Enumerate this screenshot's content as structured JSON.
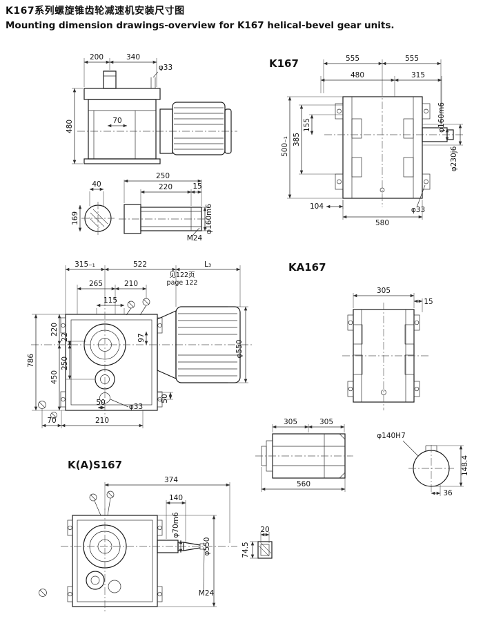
{
  "page": {
    "title_zh": "K167系列螺旋锥齿轮减速机安装尺寸图",
    "title_en": "Mounting dimension drawings-overview for K167 helical-bevel gear units."
  },
  "labels": {
    "k167": "K167",
    "ka167": "KA167",
    "kas167": "K(A)S167"
  },
  "side_view": {
    "d200": "200",
    "d340": "340",
    "d33": "φ33",
    "d480": "480",
    "d70": "70"
  },
  "shaft_detail": {
    "d40": "40",
    "d250": "250",
    "d220": "220",
    "d15": "15",
    "d169": "169",
    "d160": "φ160m6",
    "m24": "M24"
  },
  "front_view": {
    "d555a": "555",
    "d555b": "555",
    "d480": "480",
    "d315": "315",
    "d155": "155",
    "d385": "385",
    "d500": "500₋₁",
    "d160": "φ160m6",
    "d230": "φ230j6",
    "d104": "104",
    "d33": "φ33",
    "d580": "580"
  },
  "top_view": {
    "d315": "315₋₁",
    "d522": "522",
    "dL3": "L₃",
    "note1": "见122页",
    "note2": "page 122",
    "d265": "265",
    "d210a": "210",
    "d115": "115",
    "d786": "786",
    "d220": "220",
    "d22": "22",
    "d450": "450",
    "d250": "250",
    "d97": "97",
    "d50a": "50",
    "d33": "φ33",
    "d50b": "50",
    "d70": "70",
    "d210b": "210",
    "d550": "φ550"
  },
  "ka_front": {
    "d305": "305",
    "d15": "15"
  },
  "ka_top": {
    "d305a": "305",
    "d305b": "305",
    "d560": "560"
  },
  "bore_view": {
    "d140": "φ140H7",
    "d148": "148.4",
    "d36": "36"
  },
  "kas_view": {
    "d374": "374",
    "d140": "140",
    "d70": "φ70m6",
    "d550": "φ550",
    "m24": "M24",
    "d745": "74.5",
    "d20": "20"
  }
}
